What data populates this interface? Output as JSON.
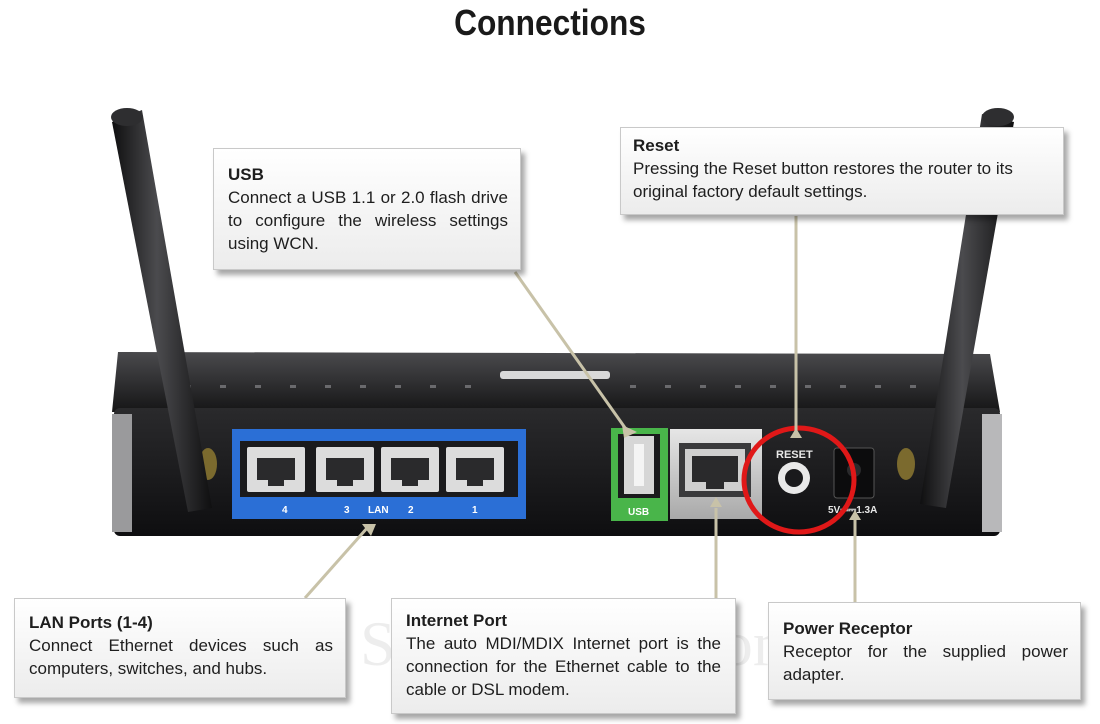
{
  "title": "Connections",
  "watermark": "SetupRouter.com",
  "callouts": {
    "usb": {
      "heading": "USB",
      "body": "Connect a USB 1.1 or 2.0 flash drive to configure the wireless settings using WCN."
    },
    "reset": {
      "heading": "Reset",
      "body": "Pressing the Reset button restores the router to its original factory default settings."
    },
    "lan": {
      "heading": "LAN Ports (1-4)",
      "body": "Connect Ethernet devices such as computers, switches, and hubs."
    },
    "internet": {
      "heading": "Internet Port",
      "body": "The auto MDI/MDIX Internet port is the connection for the Ethernet cable to the cable or DSL modem."
    },
    "power": {
      "heading": "Power Receptor",
      "body": "Receptor for the supplied power adapter."
    }
  },
  "router_labels": {
    "lan_4": "4",
    "lan_3": "3",
    "lan_text": "LAN",
    "lan_2": "2",
    "lan_1": "1",
    "usb": "USB",
    "reset": "RESET",
    "power": "5V⎓⎓1.3A"
  },
  "colors": {
    "lan_panel": "#2b6fd6",
    "usb_panel": "#49b54a",
    "highlight_circle": "#e01818",
    "router_body": "#1c1c1e",
    "leader_line": "#c8c2a8"
  }
}
